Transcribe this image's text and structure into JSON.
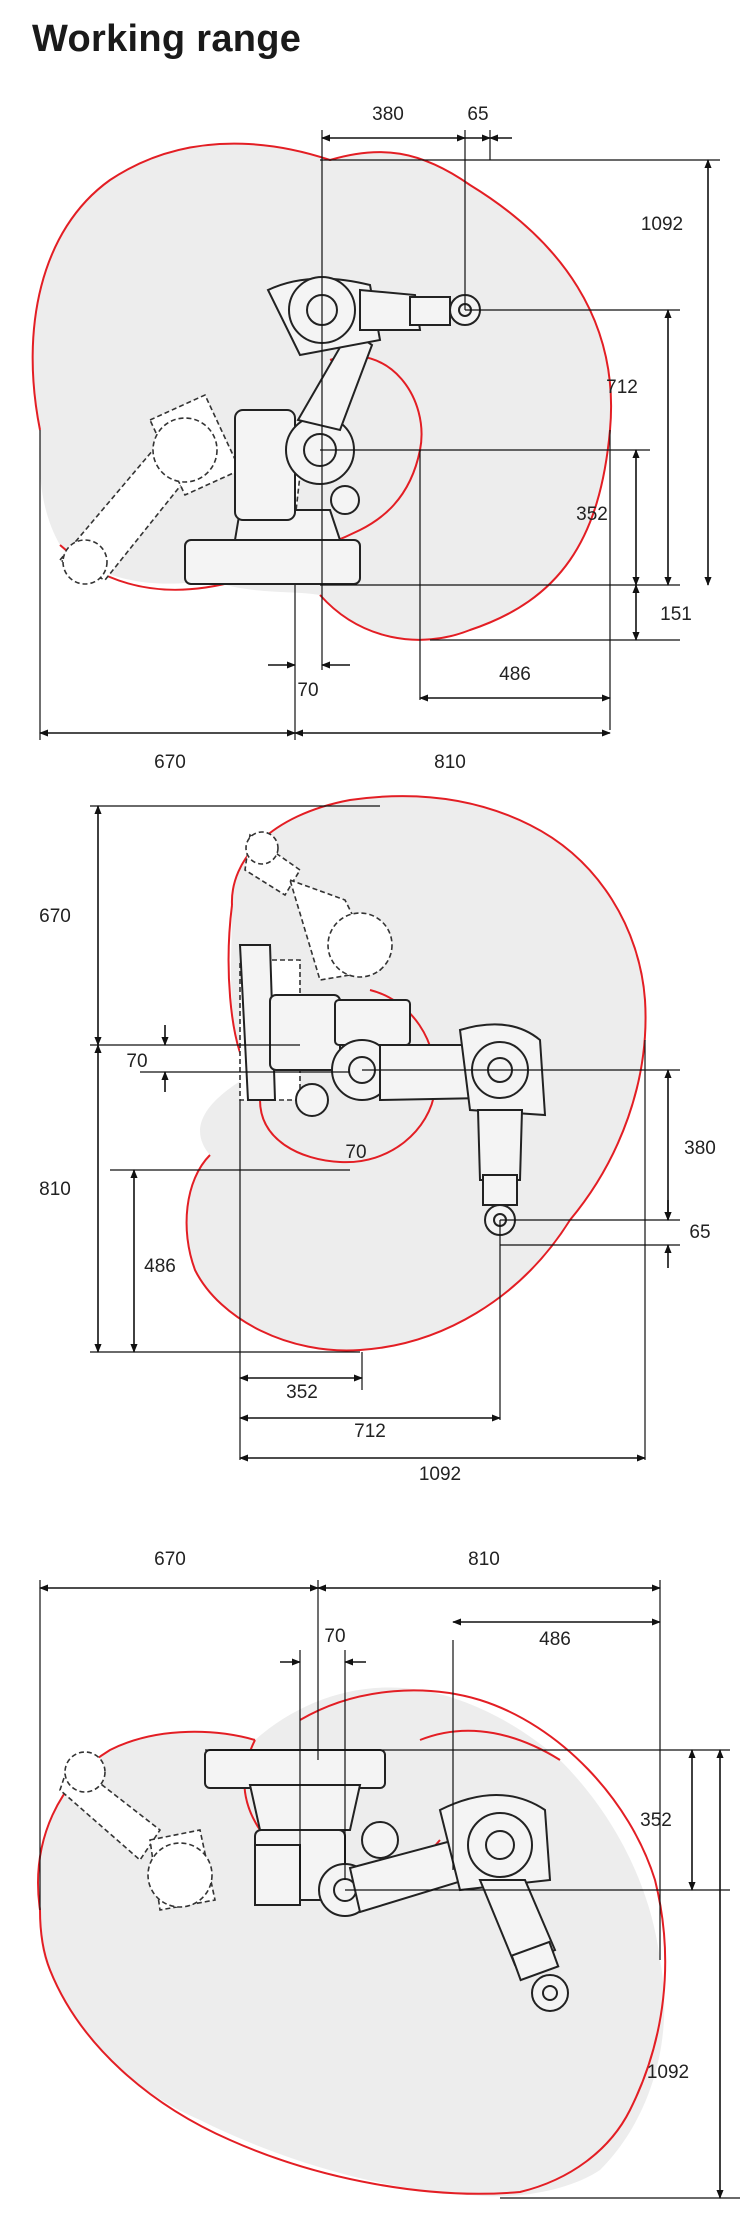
{
  "page": {
    "title": "Working range"
  },
  "side_view": {
    "dims": {
      "top_380": "380",
      "top_65": "65",
      "right_1092": "1092",
      "right_712": "712",
      "right_352": "352",
      "right_151": "151",
      "horiz_486": "486",
      "horiz_70": "70",
      "bottom_670": "670",
      "bottom_810": "810"
    }
  },
  "top_view": {
    "dims": {
      "left_670": "670",
      "left_70": "70",
      "left_810": "810",
      "left_486": "486",
      "inner_70": "70",
      "right_380": "380",
      "right_65": "65",
      "bottom_352": "352",
      "bottom_712": "712",
      "bottom_1092": "1092"
    }
  },
  "front_view": {
    "dims": {
      "top_670": "670",
      "top_810": "810",
      "top_70": "70",
      "top_486": "486",
      "right_352": "352",
      "right_1092": "1092"
    }
  },
  "colors": {
    "boundary": "#e31e24",
    "area": "#ededed",
    "lines": "#111111"
  }
}
